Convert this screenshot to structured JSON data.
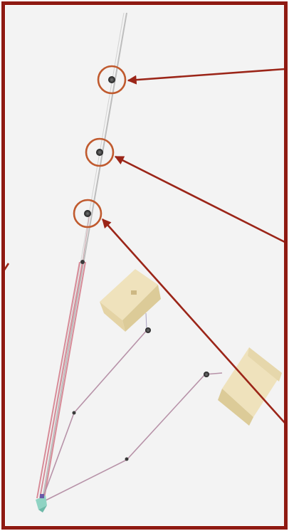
{
  "figure": {
    "kind": "3D assembly diagram with callout arrows",
    "colors": {
      "border": "#8f1a12",
      "arrow": "#9b2518",
      "callout_circle": "#c05a2e",
      "canvas": "#f3f3f3",
      "mast": "#b4b4b4",
      "red_rope": "#d78b98",
      "purple_rope": "#b792a8",
      "block": "#ecdcb0",
      "block_dark": "#d6c38f",
      "node": "#3a3a3a",
      "base": "#8fd3c3"
    },
    "callouts": [
      {
        "name": "callout-top-pulley"
      },
      {
        "name": "callout-middle-pulley"
      },
      {
        "name": "callout-lower-pulley"
      }
    ],
    "objects": [
      {
        "name": "mast-pole"
      },
      {
        "name": "wedge-block-left"
      },
      {
        "name": "wedge-block-right"
      },
      {
        "name": "base-anchor"
      }
    ]
  }
}
